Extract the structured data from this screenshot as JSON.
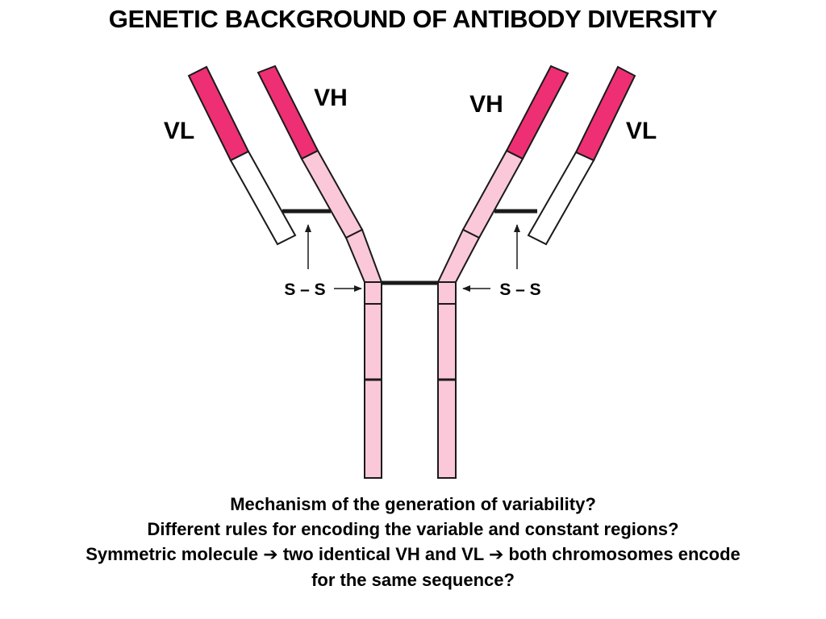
{
  "title": "GENETIC BACKGROUND OF ANTIBODY DIVERSITY",
  "labels": {
    "vh_left": "VH",
    "vh_right": "VH",
    "vl_left": "VL",
    "vl_right": "VL",
    "ss_left": "S – S",
    "ss_right": "S – S"
  },
  "colors": {
    "variable_region": "#ee2f74",
    "heavy_constant": "#fac8d8",
    "light_constant": "#ffffff",
    "outline": "#1a1a1a"
  },
  "questions": {
    "line1": "Mechanism of the generation of variability?",
    "line2": "Different rules for encoding the variable and constant regions?",
    "line3_a": "Symmetric molecule",
    "line3_arrow1": "➔",
    "line3_b": "two identical VH and VL",
    "line3_arrow2": "➔",
    "line3_c": "both chromosomes encode",
    "line4": "for the same sequence?"
  }
}
